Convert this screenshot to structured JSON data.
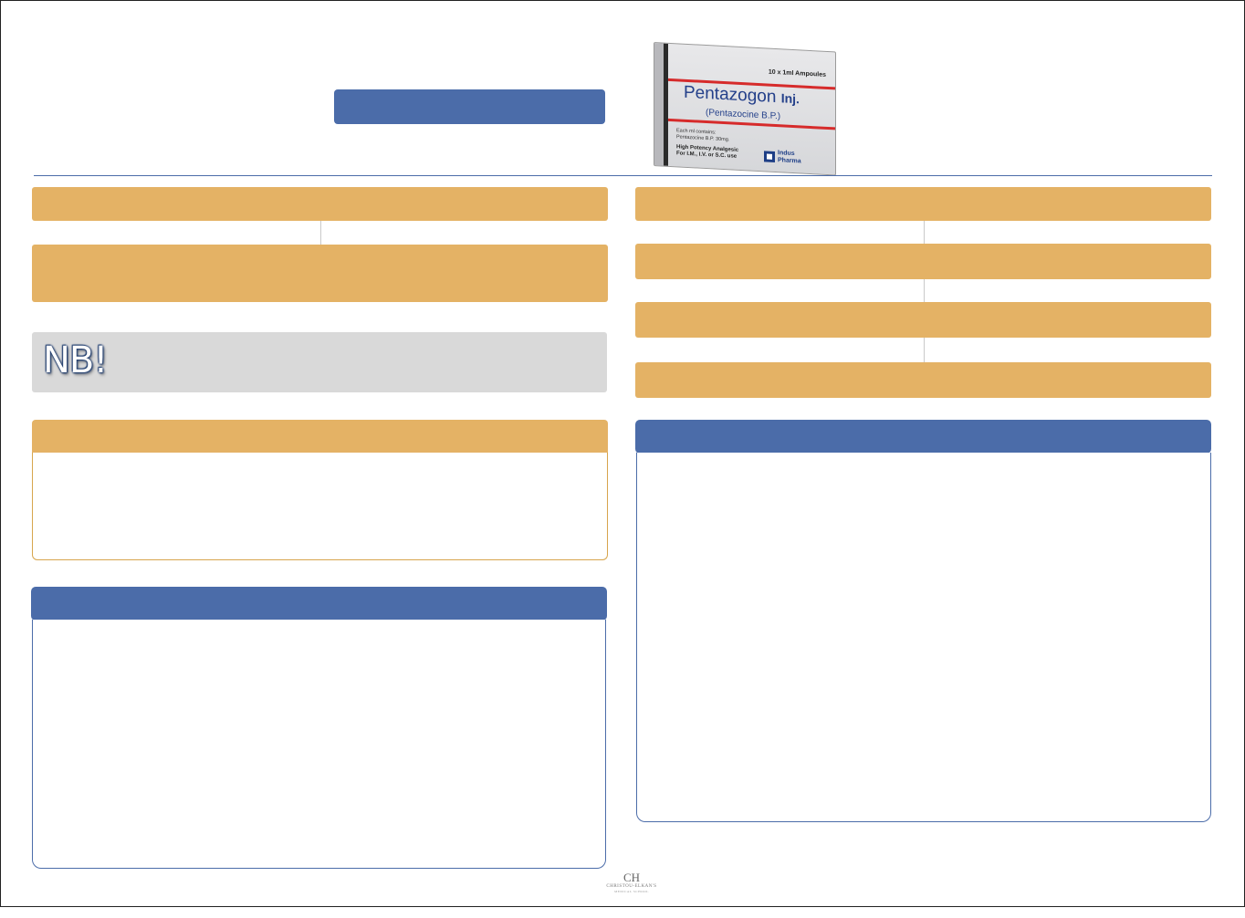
{
  "header": {
    "title_bar": "",
    "product_image": {
      "ampoules": "10 x 1ml Ampoules",
      "brand": "Pentazogon",
      "form": "Inj.",
      "generic": "(Pentazocine B.P.)",
      "composition_line1": "Each ml contains:",
      "composition_line2": "Pentazocine B.P. 30mg.",
      "claim": "High Potency Analgesic",
      "route": "For I.M., I.V. or S.C. use",
      "maker_line1": "Indus",
      "maker_line2": "Pharma"
    }
  },
  "left_column": {
    "bar1": "",
    "bar2": "",
    "nb_label": "NB!",
    "orange_section_header": "",
    "blue_section_header": ""
  },
  "right_column": {
    "bar1": "",
    "bar2": "",
    "bar3": "",
    "bar4": "",
    "blue_section_header": ""
  },
  "footer": {
    "logo_mark": "CH",
    "logo_name": "CHRISTOU-ELKAN'S",
    "logo_sub": "MEDICAL SCHOOL"
  },
  "colors": {
    "blue": "#4b6ca9",
    "orange": "#e4b265",
    "grey_panel": "#d9d9d9"
  }
}
